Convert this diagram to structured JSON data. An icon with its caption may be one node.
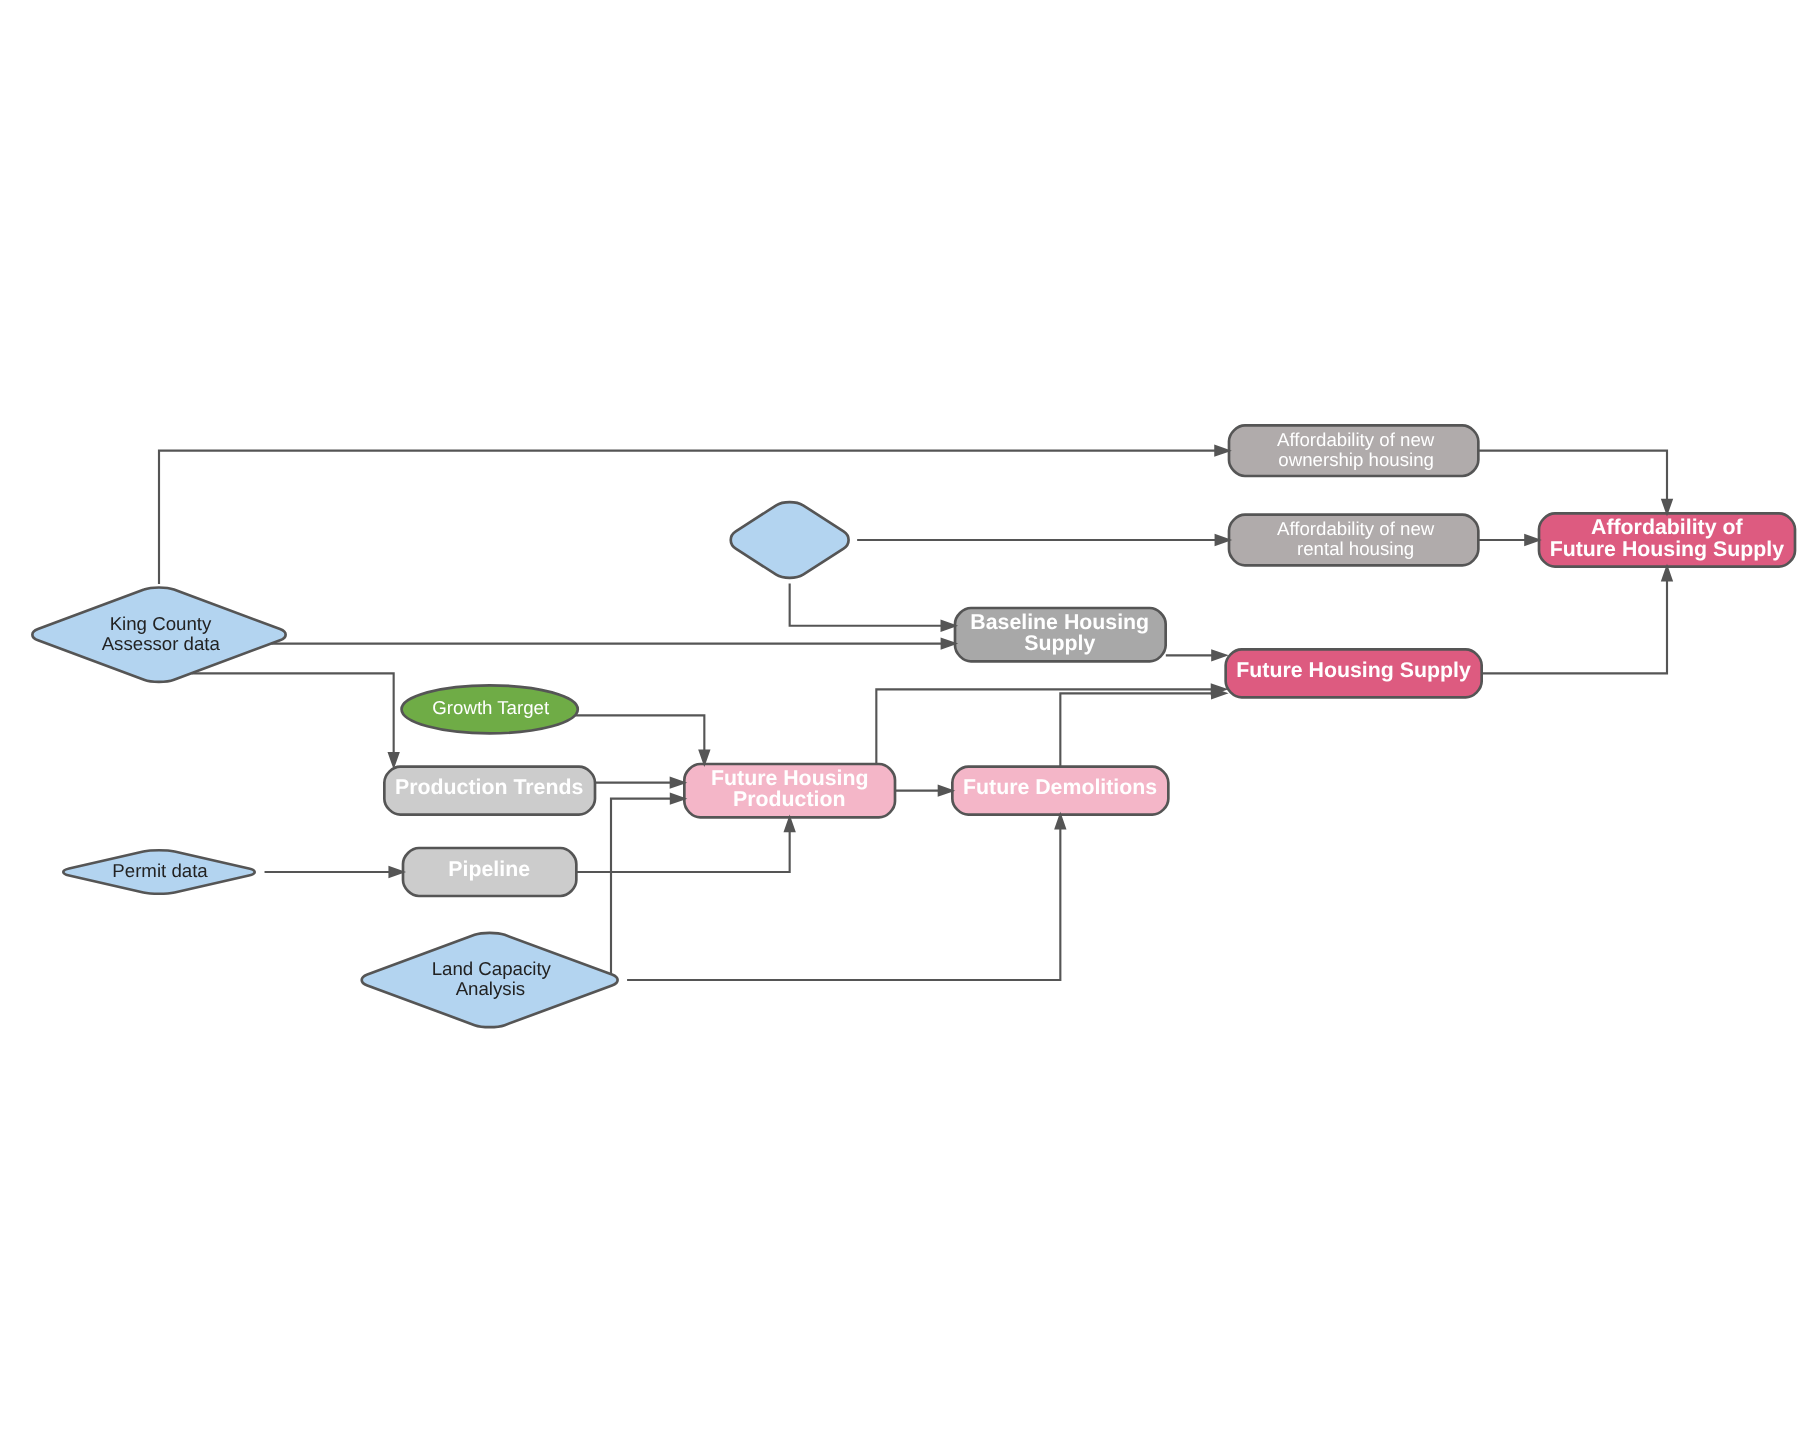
{
  "diagram": {
    "nodes": [
      {
        "text": [
          "Affordability of new ownership housing"
        ]
      },
      {
        "text": [],
        "shape": "diamond"
      },
      {
        "text": [
          "Affordability of new rental housing"
        ]
      },
      {
        "text": [
          "King County Assessor data"
        ]
      },
      {
        "text": [
          "Affordability of Future Housing Supply"
        ]
      },
      {
        "text": [
          "Baseline Housing Supply"
        ]
      },
      {
        "text": [
          "Production Trends"
        ]
      },
      {
        "text": [
          "Permit data"
        ]
      },
      {
        "text": [
          "Pipeline"
        ]
      },
      {
        "text": [
          "Future Housing Production"
        ]
      },
      {
        "text": [
          "Future Housing Supply"
        ]
      },
      {
        "text": [
          "Growth Target"
        ]
      },
      {
        "text": [
          "Land Capacity Analysis"
        ]
      },
      {
        "text": [
          "Future Demolitions"
        ]
      }
    ],
    "edges": [
      {
        "from": 3,
        "to": 0,
        "arrow": "to"
      },
      {
        "from": 1,
        "to": 2,
        "arrow": "to"
      },
      {
        "from": 1,
        "to": 5,
        "arrow": "to"
      },
      {
        "from": 3,
        "to": 5,
        "arrow": "to"
      },
      {
        "from": 3,
        "to": 6,
        "arrow": "to"
      },
      {
        "from": 0,
        "to": 4,
        "arrow": "to"
      },
      {
        "from": 2,
        "to": 4,
        "arrow": "to"
      },
      {
        "from": 5,
        "to": 10,
        "arrow": "to"
      },
      {
        "from": 6,
        "to": 9,
        "arrow": "to"
      },
      {
        "from": 7,
        "to": 8,
        "arrow": "to"
      },
      {
        "from": 8,
        "to": 9,
        "arrow": "to"
      },
      {
        "from": 9,
        "to": 10,
        "arrow": "to"
      },
      {
        "from": 11,
        "to": 9,
        "arrow": "to"
      },
      {
        "from": 12,
        "to": 9,
        "arrow": "to"
      },
      {
        "from": 9,
        "to": 13,
        "arrow": "to"
      },
      {
        "from": 12,
        "to": 13,
        "arrow": "to"
      },
      {
        "from": 13,
        "to": 10,
        "arrow": "to"
      },
      {
        "from": 10,
        "to": 4,
        "arrow": "to"
      }
    ]
  }
}
